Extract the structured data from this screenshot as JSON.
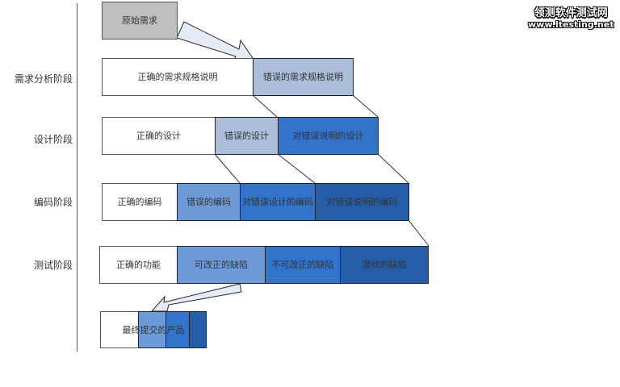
{
  "logo": {
    "title": "领测软件测试网",
    "url": "www.ltesting.net"
  },
  "source": {
    "label": "原始需求"
  },
  "stages": [
    {
      "label": "需求分析阶段",
      "boxes": [
        "正确的需求规格说明",
        "错误的需求规格说明"
      ]
    },
    {
      "label": "设计阶段",
      "boxes": [
        "正确的设计",
        "错误的设计",
        "对错误说明的设计"
      ]
    },
    {
      "label": "编码阶段",
      "boxes": [
        "正确的编码",
        "错误的编码",
        "对错误设计的编码",
        "对错误说明的编码"
      ]
    },
    {
      "label": "测试阶段",
      "boxes": [
        "正确的功能",
        "可改正的缺陷",
        "不可改正的缺陷",
        "潜伏的缺陷"
      ]
    }
  ],
  "final": {
    "label": "最终提交的产品"
  },
  "colors": {
    "correct": "#ffffff",
    "source": "#bfbfbf",
    "pale": "#abbfdb",
    "light": "#6c9bd8",
    "mid": "#3273cc",
    "dark": "#255da8",
    "arrow": "#e6ecf6"
  }
}
